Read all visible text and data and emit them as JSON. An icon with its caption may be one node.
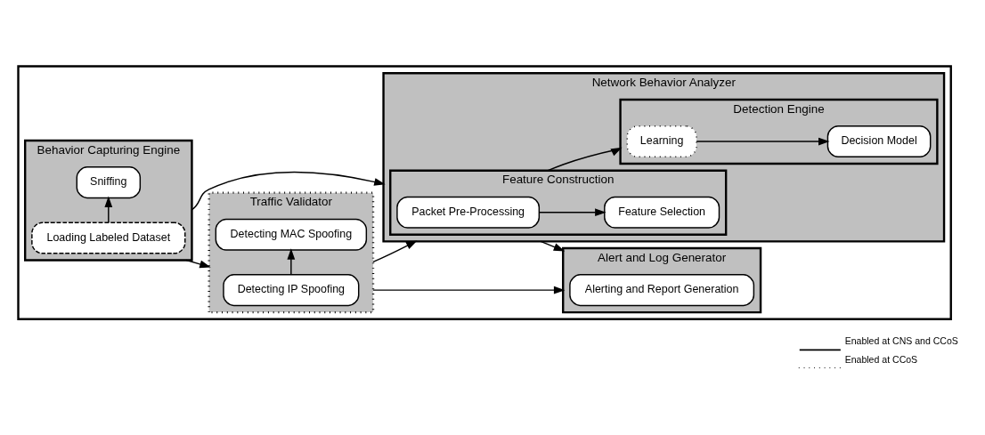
{
  "diagram": {
    "nodes": [
      {
        "text": [],
        "shape": "box"
      },
      {
        "text": [
          "Behavior Capturing Engine"
        ],
        "in": 0
      },
      {
        "text": [
          "Loading Labeled Dataset"
        ],
        "in": 1
      },
      {
        "text": [
          "Sniffing"
        ],
        "in": 1
      },
      {
        "text": [
          "Traffic Validator"
        ],
        "in": 0
      },
      {
        "text": [
          "Detecting IP Spoofing"
        ],
        "in": 4
      },
      {
        "text": [
          "Detecting MAC Spoofing"
        ],
        "in": 4
      },
      {
        "text": [
          "Network Behavior Analyzer"
        ],
        "in": 0
      },
      {
        "text": [
          "Feature Construction"
        ],
        "in": 7
      },
      {
        "text": [
          "Packet Pre-Processing"
        ],
        "in": 8
      },
      {
        "text": [
          "Feature Selection"
        ],
        "in": 8
      },
      {
        "text": [
          "Detection Engine"
        ],
        "in": 7
      },
      {
        "text": [
          "Learning"
        ],
        "in": 11
      },
      {
        "text": [
          "Decision Model"
        ],
        "in": 11
      },
      {
        "text": [
          "Alert and Log Generator"
        ],
        "in": 0
      },
      {
        "text": [
          "Alerting and Report Generation"
        ],
        "in": 14
      }
    ],
    "edges": [
      {
        "from": 2,
        "to": 3,
        "arrow": "to"
      },
      {
        "from": 1,
        "to": 4,
        "arrow": "to"
      },
      {
        "from": 5,
        "to": 6,
        "arrow": "to"
      },
      {
        "from": 4,
        "to": 7,
        "arrow": "to"
      },
      {
        "from": 4,
        "to": 14,
        "arrow": "to"
      },
      {
        "from": 1,
        "to": 7,
        "arrow": "to"
      },
      {
        "from": 9,
        "to": 10,
        "arrow": "to"
      },
      {
        "from": 8,
        "to": 11,
        "arrow": "to"
      },
      {
        "from": 12,
        "to": 13,
        "arrow": "to"
      },
      {
        "from": 7,
        "to": 14,
        "arrow": "to"
      }
    ],
    "legend": [
      {
        "text": "Enabled at CNS and CCoS"
      },
      {
        "text": "Enabled at CCoS"
      }
    ]
  }
}
